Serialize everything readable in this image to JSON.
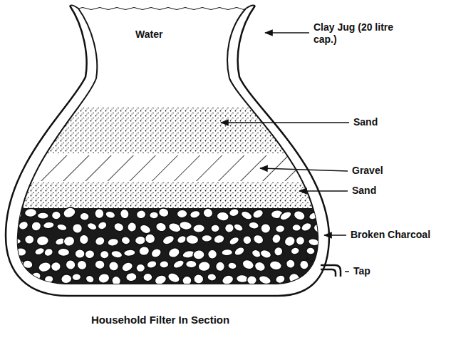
{
  "diagram": {
    "caption": "Household Filter In Section",
    "labels": [
      "Water",
      "Clay Jug (20 litre cap.)",
      "Sand",
      "Gravel",
      "Sand",
      "Broken Charcoal",
      "Tap"
    ]
  }
}
